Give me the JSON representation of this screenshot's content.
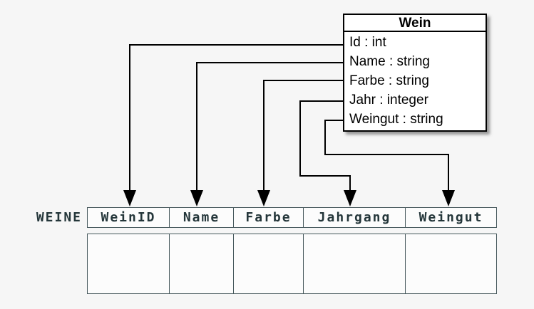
{
  "colors": {
    "line": "#000000",
    "class_border": "#000000",
    "class_bg": "#ffffff",
    "class_text": "#000000",
    "table_border": "#46585c",
    "table_text": "#24363a",
    "cell_bg": "#fcfcfc",
    "page_bg": "#f6f6f6"
  },
  "classbox": {
    "title": "Wein",
    "attributes": [
      "Id : int",
      "Name : string",
      "Farbe : string",
      "Jahr : integer",
      "Weingut : string"
    ]
  },
  "table": {
    "name": "WEINE",
    "columns": [
      "WeinID",
      "Name",
      "Farbe",
      "Jahrgang",
      "Weingut"
    ],
    "body_row_count": 1
  },
  "mappings": [
    {
      "from": "Id",
      "to": "WeinID"
    },
    {
      "from": "Name",
      "to": "Name"
    },
    {
      "from": "Farbe",
      "to": "Farbe"
    },
    {
      "from": "Jahr",
      "to": "Jahrgang"
    },
    {
      "from": "Weingut",
      "to": "Weingut"
    }
  ]
}
